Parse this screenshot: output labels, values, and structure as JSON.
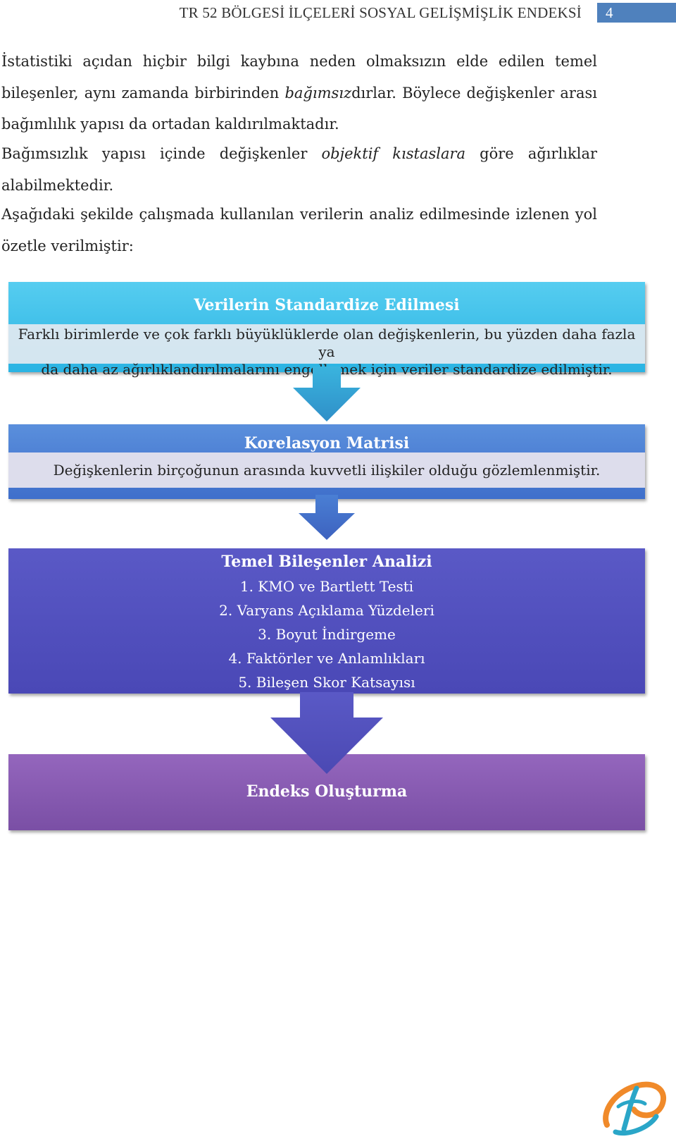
{
  "header": {
    "title": "TR 52 BÖLGESİ İLÇELERİ SOSYAL GELİŞMİŞLİK ENDEKSİ",
    "page_number": "4"
  },
  "body": {
    "p1": {
      "line1": "İstatistiki açıdan hiçbir bilgi kaybına neden olmaksızın elde edilen temel",
      "line2_a": "bileşenler, aynı zamanda birbirinden ",
      "line2_em": "bağımsız",
      "line2_b": "dırlar. Böylece değişkenler arası",
      "line3": "bağımlılık yapısı da ortadan kaldırılmaktadır."
    },
    "p2": {
      "line1_a": "Bağımsızlık yapısı içinde değişkenler ",
      "line1_em": "objektif kıstaslara",
      "line1_b": " göre ağırlıklar",
      "line2": "alabilmektedir."
    },
    "p3": {
      "line1": "Aşağıdaki şekilde çalışmada kullanılan verilerin analiz edilmesinde izlenen yol",
      "line2": "özetle verilmiştir:"
    }
  },
  "flow": {
    "step1": {
      "title": "Verilerin Standardize Edilmesi",
      "desc_line1": "Farklı birimlerde ve çok farklı büyüklüklerde olan değişkenlerin, bu yüzden daha fazla ya",
      "desc_line2": "da daha az ağırlıklandırılmalarını engellemek için veriler standardize edilmiştir."
    },
    "step2": {
      "title": "Korelasyon Matrisi",
      "desc": "Değişkenlerin birçoğunun arasında kuvvetli ilişkiler olduğu gözlemlenmiştir."
    },
    "step3": {
      "title": "Temel Bileşenler Analizi",
      "items": [
        "1. KMO ve Bartlett Testi",
        "2. Varyans Açıklama Yüzdeleri",
        "3. Boyut İndirgeme",
        "4. Faktörler ve Anlamlıkları",
        "5. Bileşen Skor Katsayısı"
      ]
    },
    "step4": {
      "title": "Endeks Oluşturma"
    }
  },
  "colors": {
    "header_box": "#4f81bd",
    "step1": "#3dbde8",
    "step2": "#4a7fd4",
    "step3": "#5050c0",
    "step4": "#8a5cb0"
  },
  "icons": {
    "logo": "swirl-logo-icon"
  }
}
